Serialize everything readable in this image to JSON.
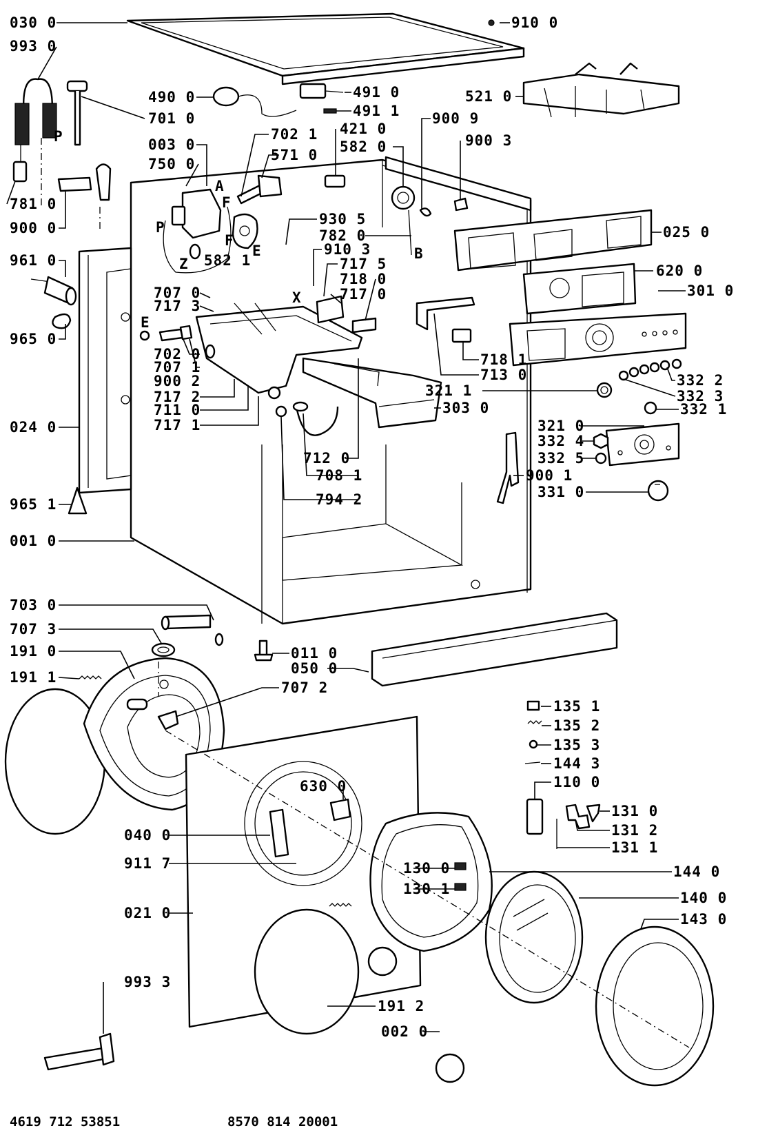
{
  "diagram": {
    "labels": [
      {
        "id": "l0300",
        "text": "030 0"
      },
      {
        "id": "l9930",
        "text": "993 0"
      },
      {
        "id": "l9100",
        "text": "910 0"
      },
      {
        "id": "l4900",
        "text": "490 0"
      },
      {
        "id": "l4910",
        "text": "491 0"
      },
      {
        "id": "l4911",
        "text": "491 1"
      },
      {
        "id": "l5210",
        "text": "521 0"
      },
      {
        "id": "l7010",
        "text": "701 0"
      },
      {
        "id": "l9009",
        "text": "900 9"
      },
      {
        "id": "l4210",
        "text": "421 0"
      },
      {
        "id": "l7021",
        "text": "702 1"
      },
      {
        "id": "l0030",
        "text": "003 0"
      },
      {
        "id": "l5820",
        "text": "582 0"
      },
      {
        "id": "l9003",
        "text": "900 3"
      },
      {
        "id": "l5710",
        "text": "571 0"
      },
      {
        "id": "l7500",
        "text": "750 0"
      },
      {
        "id": "l7810",
        "text": "781 0"
      },
      {
        "id": "l9000",
        "text": "900 0"
      },
      {
        "id": "l9305",
        "text": "930 5"
      },
      {
        "id": "l0250",
        "text": "025 0"
      },
      {
        "id": "l7820",
        "text": "782 0"
      },
      {
        "id": "l5821",
        "text": "582 1"
      },
      {
        "id": "l9610",
        "text": "961 0"
      },
      {
        "id": "l9103",
        "text": "910 3"
      },
      {
        "id": "l7175",
        "text": "717 5"
      },
      {
        "id": "l6200",
        "text": "620 0"
      },
      {
        "id": "l7180",
        "text": "718 0"
      },
      {
        "id": "l7070",
        "text": "707 0"
      },
      {
        "id": "l7170",
        "text": "717 0"
      },
      {
        "id": "l3010",
        "text": "301 0"
      },
      {
        "id": "l7173",
        "text": "717 3"
      },
      {
        "id": "l9650",
        "text": "965 0"
      },
      {
        "id": "l7020",
        "text": "702 0"
      },
      {
        "id": "l7181",
        "text": "718 1"
      },
      {
        "id": "l7071",
        "text": "707 1"
      },
      {
        "id": "l7130",
        "text": "713 0"
      },
      {
        "id": "l3322",
        "text": "332 2"
      },
      {
        "id": "l9002",
        "text": "900 2"
      },
      {
        "id": "l3211",
        "text": "321 1"
      },
      {
        "id": "l3323",
        "text": "332 3"
      },
      {
        "id": "l7172",
        "text": "717 2"
      },
      {
        "id": "l7110",
        "text": "711 0"
      },
      {
        "id": "l3030",
        "text": "303 0"
      },
      {
        "id": "l3321",
        "text": "332 1"
      },
      {
        "id": "l0240",
        "text": "024 0"
      },
      {
        "id": "l7171",
        "text": "717 1"
      },
      {
        "id": "l3210",
        "text": "321 0"
      },
      {
        "id": "l3324",
        "text": "332 4"
      },
      {
        "id": "l7120",
        "text": "712 0"
      },
      {
        "id": "l3325",
        "text": "332 5"
      },
      {
        "id": "l7081",
        "text": "708 1"
      },
      {
        "id": "l9001",
        "text": "900 1"
      },
      {
        "id": "l9651",
        "text": "965 1"
      },
      {
        "id": "l7942",
        "text": "794 2"
      },
      {
        "id": "l3310",
        "text": "331 0"
      },
      {
        "id": "l0010",
        "text": "001 0"
      },
      {
        "id": "l7030",
        "text": "703 0"
      },
      {
        "id": "l7073",
        "text": "707 3"
      },
      {
        "id": "l0110",
        "text": "011 0"
      },
      {
        "id": "l1910",
        "text": "191 0"
      },
      {
        "id": "l0500",
        "text": "050 0"
      },
      {
        "id": "l1911",
        "text": "191 1"
      },
      {
        "id": "l7072",
        "text": "707 2"
      },
      {
        "id": "l1351",
        "text": "135 1"
      },
      {
        "id": "l1352",
        "text": "135 2"
      },
      {
        "id": "l1353",
        "text": "135 3"
      },
      {
        "id": "l1443",
        "text": "144 3"
      },
      {
        "id": "l6300",
        "text": "630 0"
      },
      {
        "id": "l1100",
        "text": "110 0"
      },
      {
        "id": "l1310",
        "text": "131 0"
      },
      {
        "id": "l0400",
        "text": "040 0"
      },
      {
        "id": "l1312",
        "text": "131 2"
      },
      {
        "id": "l1311",
        "text": "131 1"
      },
      {
        "id": "l9117",
        "text": "911 7"
      },
      {
        "id": "l1300",
        "text": "130 0"
      },
      {
        "id": "l1440",
        "text": "144 0"
      },
      {
        "id": "l1301",
        "text": "130 1"
      },
      {
        "id": "l0210",
        "text": "021 0"
      },
      {
        "id": "l1400",
        "text": "140 0"
      },
      {
        "id": "l1430",
        "text": "143 0"
      },
      {
        "id": "l9933",
        "text": "993 3"
      },
      {
        "id": "l1912",
        "text": "191 2"
      },
      {
        "id": "l0020",
        "text": "002 0"
      }
    ],
    "letters": {
      "P1": "P",
      "P2": "P",
      "A": "A",
      "F1": "F",
      "F2": "F",
      "E1": "E",
      "E2": "E",
      "Z": "Z",
      "B": "B",
      "X": "X"
    },
    "footer": {
      "left_code": "4619 712 53851",
      "right_code": "8570 814 20001"
    }
  }
}
